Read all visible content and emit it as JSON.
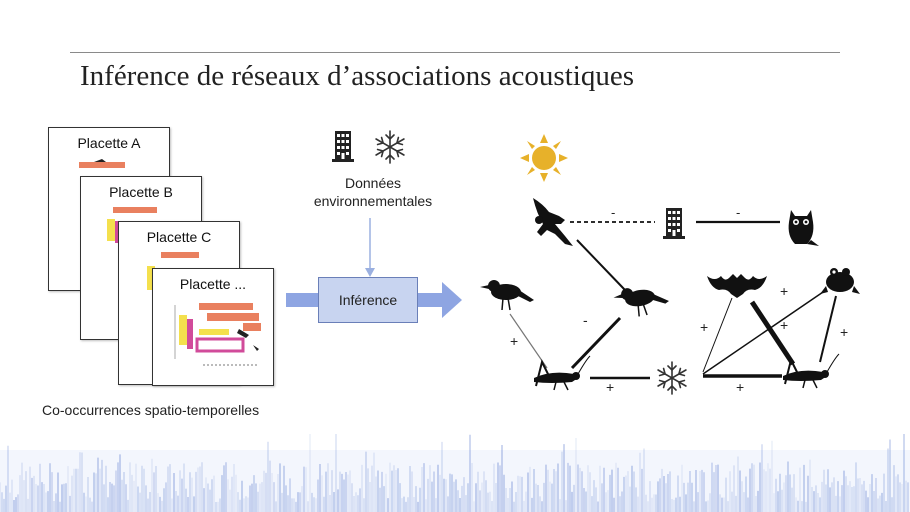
{
  "slide": {
    "title": "Inférence de réseaux d’associations acoustiques"
  },
  "plots": {
    "cards": [
      {
        "label": "Placette A"
      },
      {
        "label": "Placette  B"
      },
      {
        "label": "Placette C"
      },
      {
        "label": "Placette ..."
      }
    ],
    "caption": "Co-occurrences  spatio-temporelles"
  },
  "environment": {
    "line1": "Données",
    "line2": "environnementales"
  },
  "inference": {
    "label": "Inférence"
  },
  "network": {
    "edge_labels": {
      "eagle_building": "-",
      "building_owl": "-",
      "bird_insect": "+",
      "insect_bird2": "-",
      "insect_snowflake": "+",
      "bat_insect2": "+",
      "frog_insect2": "+",
      "snowflake_bat": "+",
      "snowflake_insect2": "+"
    }
  },
  "colors": {
    "accent_blue": "#8ea5e2",
    "box_fill": "#c8d4f0",
    "sun": "#e7b12a",
    "moon": "#1f4e6f",
    "spectro": "#4a6ec9"
  }
}
